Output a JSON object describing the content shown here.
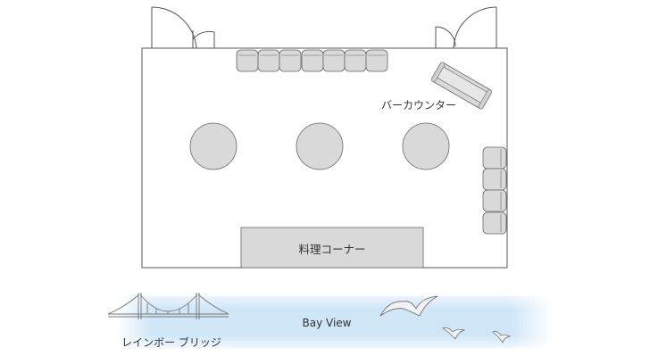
{
  "labels": {
    "bar_counter": "バーカウンター",
    "kitchen_corner": "料理コーナー",
    "bay_view": "Bay View",
    "rainbow_bridge": "レインボー ブリッジ"
  },
  "colors": {
    "wall_stroke": "#555555",
    "furniture_fill": "#d9d9d9",
    "furniture_stroke": "#666666",
    "water": "#cfe6f7",
    "text": "#333333"
  },
  "icons": [
    "door-icon",
    "sofa-icon",
    "round-table-icon",
    "bridge-icon",
    "seagull-icon"
  ]
}
